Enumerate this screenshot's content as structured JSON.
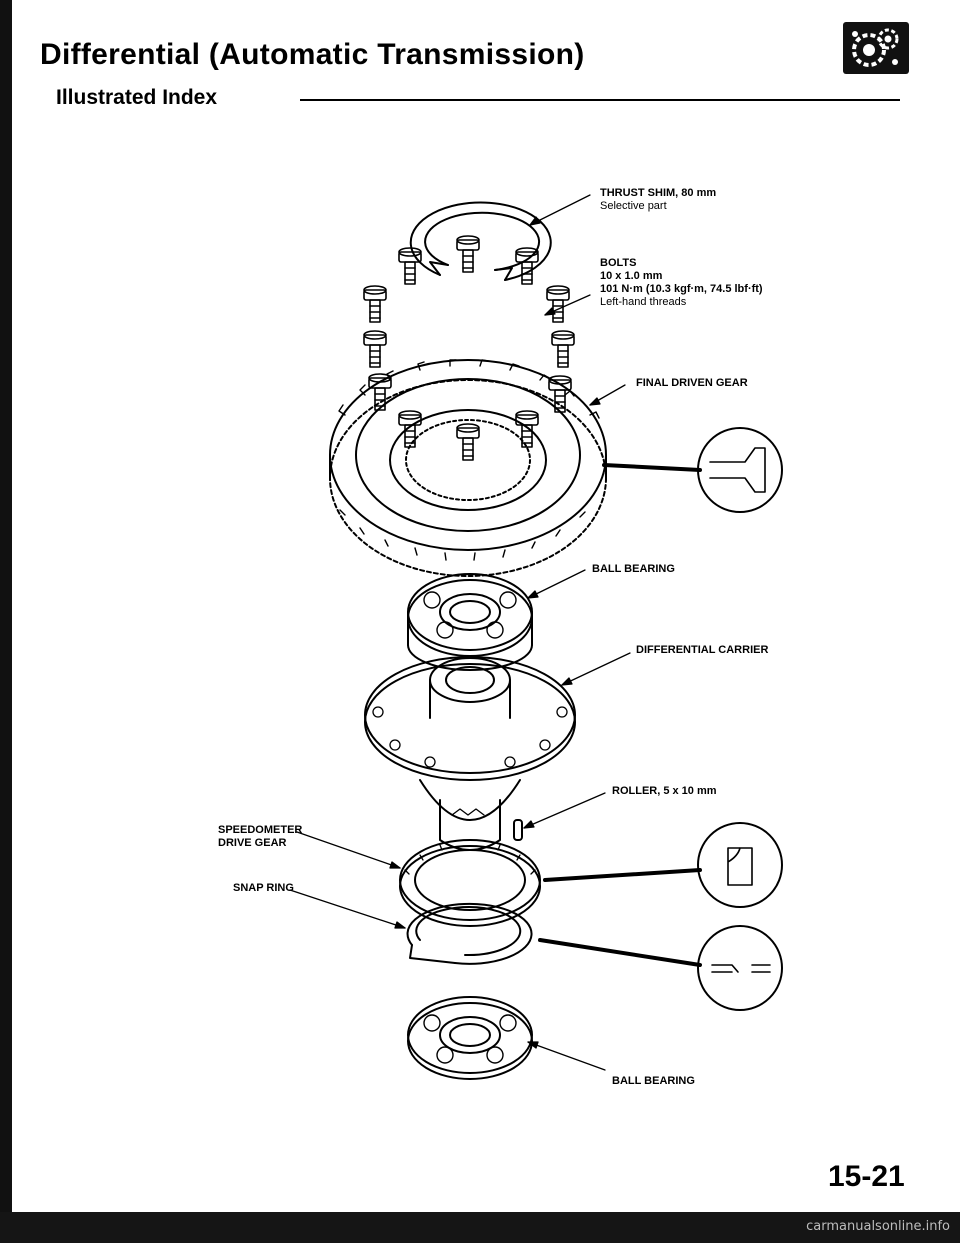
{
  "header": {
    "title": "Differential (Automatic Transmission)",
    "subtitle": "Illustrated Index",
    "logo_icon": "differential-gear-icon"
  },
  "labels": {
    "thrust_shim": {
      "name": "THRUST SHIM, 80 mm",
      "note": "Selective part"
    },
    "bolts": {
      "name": "BOLTS",
      "size": "10 x 1.0 mm",
      "torque": "101 N·m (10.3 kgf·m, 74.5 lbf·ft)",
      "note": "Left-hand threads"
    },
    "final_driven_gear": {
      "name": "FINAL DRIVEN GEAR"
    },
    "ball_bearing_top": {
      "name": "BALL BEARING"
    },
    "differential_carrier": {
      "name": "DIFFERENTIAL CARRIER"
    },
    "roller": {
      "name": "ROLLER, 5 x 10 mm"
    },
    "speedometer_drive_gear": {
      "line1": "SPEEDOMETER",
      "line2": "DRIVE GEAR"
    },
    "snap_ring": {
      "name": "SNAP RING"
    },
    "ball_bearing_bottom": {
      "name": "BALL BEARING"
    }
  },
  "footer": {
    "page_number": "15-21",
    "watermark": "carmanualsonline.info"
  },
  "colors": {
    "ink": "#000000",
    "paper": "#ffffff",
    "band": "#151515"
  }
}
